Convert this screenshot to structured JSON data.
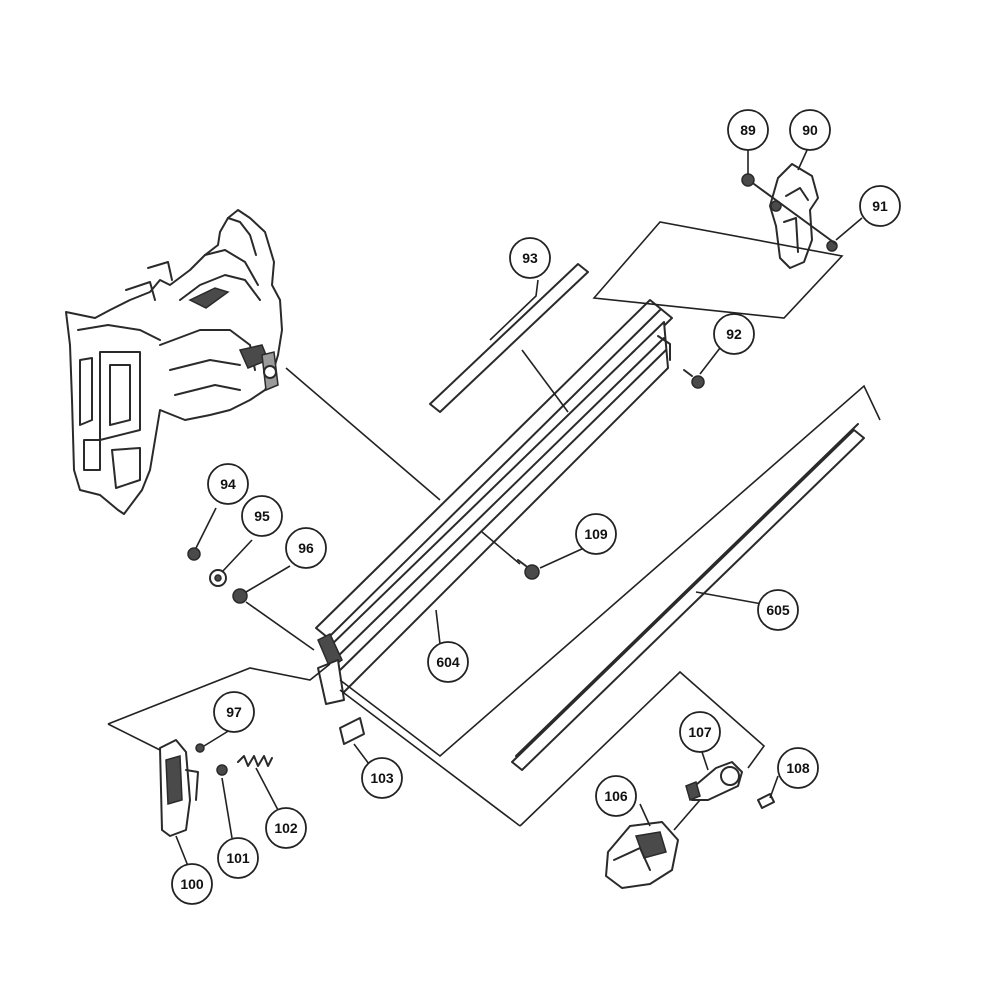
{
  "diagram": {
    "type": "exploded-parts-diagram",
    "callouts": [
      {
        "id": "c89",
        "label": "89"
      },
      {
        "id": "c90",
        "label": "90"
      },
      {
        "id": "c91",
        "label": "91"
      },
      {
        "id": "c92",
        "label": "92"
      },
      {
        "id": "c93",
        "label": "93"
      },
      {
        "id": "c94",
        "label": "94"
      },
      {
        "id": "c95",
        "label": "95"
      },
      {
        "id": "c96",
        "label": "96"
      },
      {
        "id": "c97",
        "label": "97"
      },
      {
        "id": "c100",
        "label": "100"
      },
      {
        "id": "c101",
        "label": "101"
      },
      {
        "id": "c102",
        "label": "102"
      },
      {
        "id": "c103",
        "label": "103"
      },
      {
        "id": "c106",
        "label": "106"
      },
      {
        "id": "c107",
        "label": "107"
      },
      {
        "id": "c108",
        "label": "108"
      },
      {
        "id": "c109",
        "label": "109"
      },
      {
        "id": "c604",
        "label": "604"
      },
      {
        "id": "c605",
        "label": "605"
      }
    ]
  }
}
